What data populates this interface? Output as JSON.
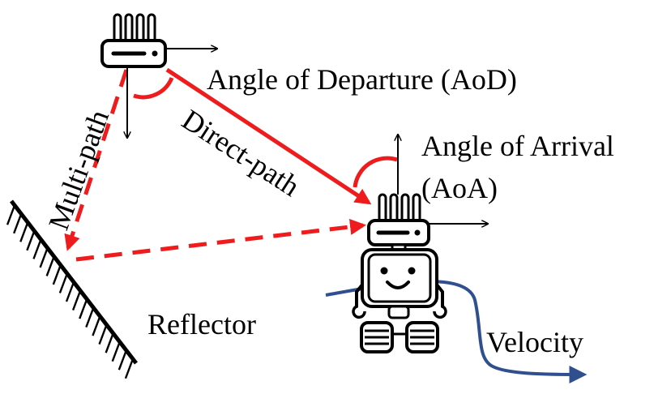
{
  "labels": {
    "aod": "Angle of Departure (AoD)",
    "aoa_line1": "Angle of Arrival",
    "aoa_line2": "(AoA)",
    "direct_path": "Direct-path",
    "multi_path": "Multi-path",
    "reflector": "Reflector",
    "velocity": "Velocity"
  },
  "colors": {
    "direct_path": "#ee1c1c",
    "multi_path": "#ee1c1c",
    "angle_arc": "#ee1c1c",
    "velocity": "#2f4f8f",
    "ink": "#000000"
  },
  "icons": {
    "transmitter": "router-icon",
    "receiver": "robot-icon",
    "reflector": "hatched-wall-icon"
  }
}
